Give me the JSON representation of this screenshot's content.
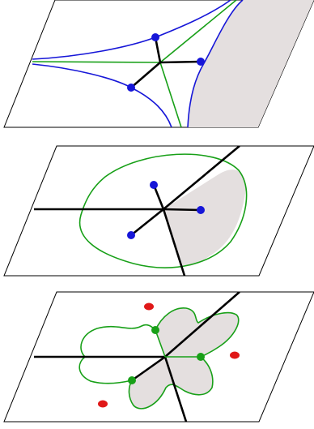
{
  "colors": {
    "plane_stroke": "#000000",
    "plane_fill": "#ffffff",
    "line": "#000000",
    "blue": "#1616d8",
    "green": "#18a018",
    "red": "#e01818",
    "shade": "#e4dfdf"
  },
  "panels": [
    {
      "name": "panel-top",
      "curve_color": "blue",
      "point_color": "blue",
      "extra_points": "none"
    },
    {
      "name": "panel-middle",
      "curve_color": "green",
      "point_color": "blue",
      "extra_points": "none"
    },
    {
      "name": "panel-bottom",
      "curve_color": "green",
      "point_color": "green",
      "extra_points": "red"
    }
  ]
}
